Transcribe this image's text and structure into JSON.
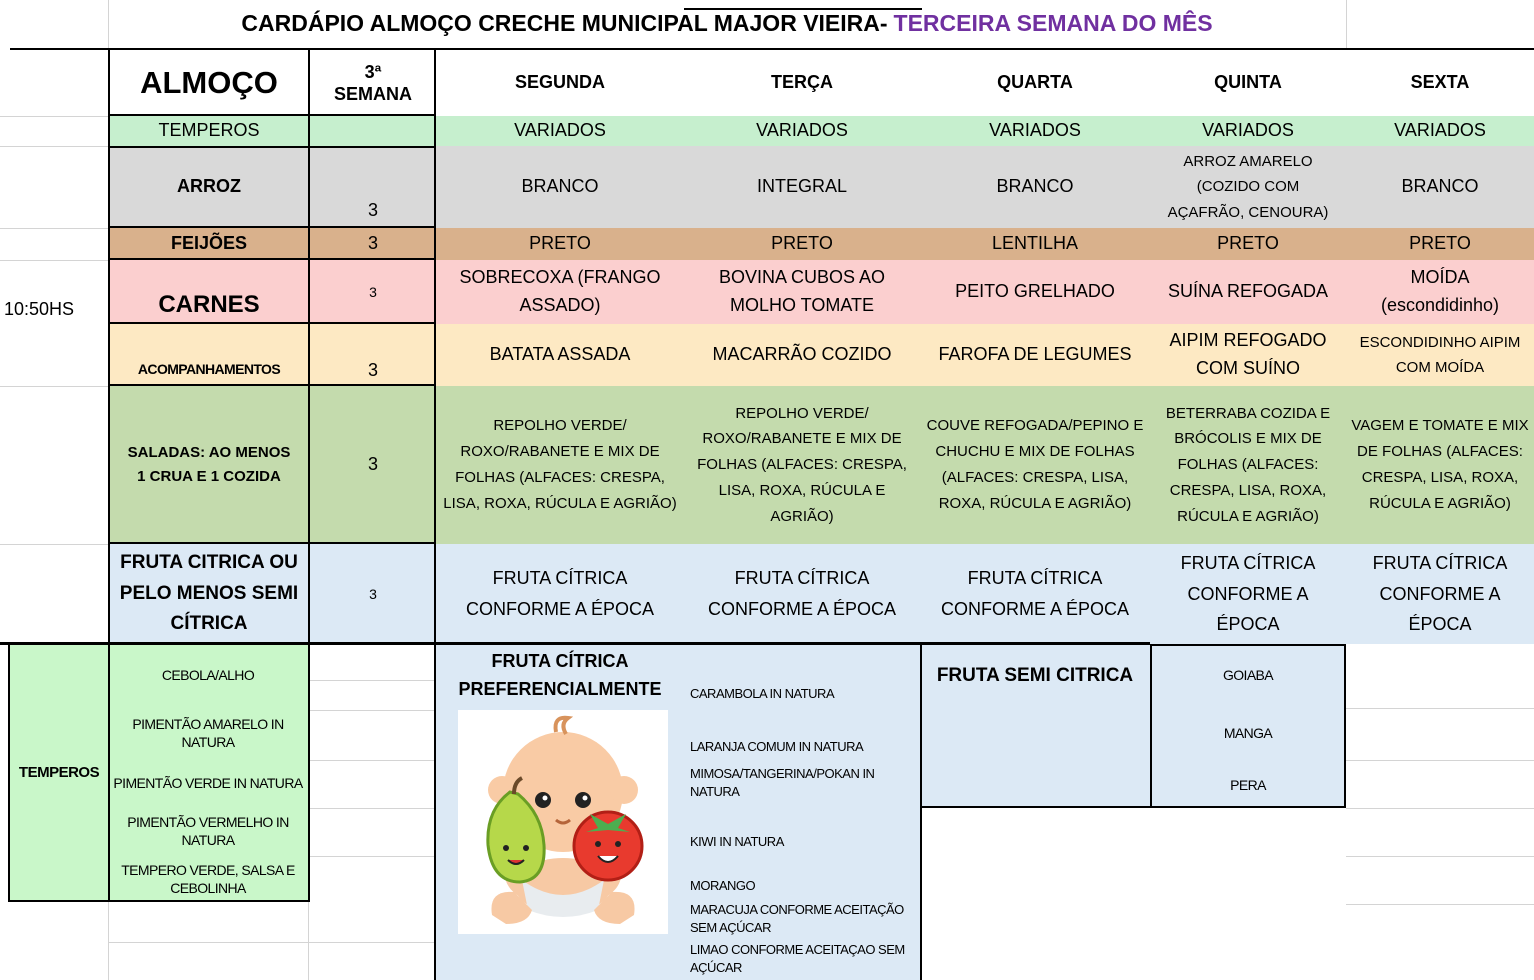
{
  "title": {
    "main": "CARDÁPIO ALMOÇO CRECHE MUNICIPAL MAJOR VIEIRA- ",
    "highlight": "TERCEIRA SEMANA DO MÊS",
    "highlight_color": "#7030a0"
  },
  "header": {
    "meal": "ALMOÇO",
    "week_line1": "3ª",
    "week_line2": "SEMANA",
    "days": [
      "SEGUNDA",
      "TERÇA",
      "QUARTA",
      "QUINTA",
      "SEXTA"
    ]
  },
  "time": "10:50HS",
  "rows": [
    {
      "label": "TEMPEROS",
      "week": "",
      "cells": [
        "VARIADOS",
        "VARIADOS",
        "VARIADOS",
        "VARIADOS",
        "VARIADOS"
      ]
    },
    {
      "label": "ARROZ",
      "week": "3",
      "cells": [
        "BRANCO",
        "INTEGRAL",
        "BRANCO",
        "ARROZ AMARELO (COZIDO COM AÇAFRÃO, CENOURA)",
        "BRANCO"
      ]
    },
    {
      "label": "FEIJÕES",
      "week": "3",
      "cells": [
        "PRETO",
        "PRETO",
        "LENTILHA",
        "PRETO",
        "PRETO"
      ]
    },
    {
      "label": "CARNES",
      "week": "3",
      "cells": [
        "SOBRECOXA (FRANGO ASSADO)",
        "BOVINA CUBOS AO MOLHO TOMATE",
        "PEITO GRELHADO",
        "SUÍNA REFOGADA",
        "MOÍDA (escondidinho)"
      ]
    },
    {
      "label": "ACOMPANHAMENTOS",
      "week": "3",
      "cells": [
        "BATATA ASSADA",
        "MACARRÃO COZIDO",
        "FAROFA DE LEGUMES",
        "AIPIM REFOGADO COM SUÍNO",
        "ESCONDIDINHO AIPIM COM MOÍDA"
      ]
    },
    {
      "label": "SALADAS: AO MENOS 1 CRUA E 1 COZIDA",
      "week": "3",
      "cells": [
        "REPOLHO VERDE/ ROXO/RABANETE E MIX DE FOLHAS (ALFACES: CRESPA, LISA, ROXA, RÚCULA E AGRIÃO)",
        "REPOLHO VERDE/ ROXO/RABANETE E MIX DE FOLHAS (ALFACES: CRESPA, LISA, ROXA, RÚCULA E AGRIÃO)",
        "COUVE REFOGADA/PEPINO E CHUCHU E MIX DE FOLHAS (ALFACES: CRESPA, LISA, ROXA, RÚCULA E AGRIÃO)",
        "BETERRABA COZIDA E BRÓCOLIS E MIX DE FOLHAS (ALFACES: CRESPA, LISA, ROXA, RÚCULA E AGRIÃO)",
        "VAGEM E TOMATE E MIX DE FOLHAS (ALFACES: CRESPA, LISA, ROXA, RÚCULA E AGRIÃO)"
      ]
    },
    {
      "label": "FRUTA CITRICA OU PELO MENOS SEMI CÍTRICA",
      "week": "3",
      "cells": [
        "FRUTA CÍTRICA CONFORME A ÉPOCA",
        "FRUTA CÍTRICA CONFORME A ÉPOCA",
        "FRUTA CÍTRICA CONFORME A ÉPOCA",
        "FRUTA CÍTRICA CONFORME A ÉPOCA",
        "FRUTA CÍTRICA CONFORME A ÉPOCA"
      ]
    }
  ],
  "bottom": {
    "temperos_label": "TEMPEROS",
    "temperos_items": [
      "CEBOLA/ALHO",
      "PIMENTÃO AMARELO IN NATURA",
      "PIMENTÃO VERDE IN NATURA",
      "PIMENTÃO VERMELHO IN NATURA",
      "TEMPERO VERDE, SALSA E CEBOLINHA"
    ],
    "citrica_title": "FRUTA CÍTRICA PREFERENCIALMENTE",
    "citrica_items": [
      "CARAMBOLA IN NATURA",
      "LARANJA COMUM IN NATURA",
      "MIMOSA/TANGERINA/POKAN IN NATURA",
      "KIWI IN NATURA",
      "MORANGO",
      "MARACUJA CONFORME ACEITAÇÃO SEM AÇÚCAR",
      "LIMAO CONFORME ACEITAÇAO SEM AÇÚCAR"
    ],
    "semi_title": "FRUTA SEMI CITRICA",
    "semi_items": [
      "GOIABA",
      "MANGA",
      "PERA"
    ]
  }
}
